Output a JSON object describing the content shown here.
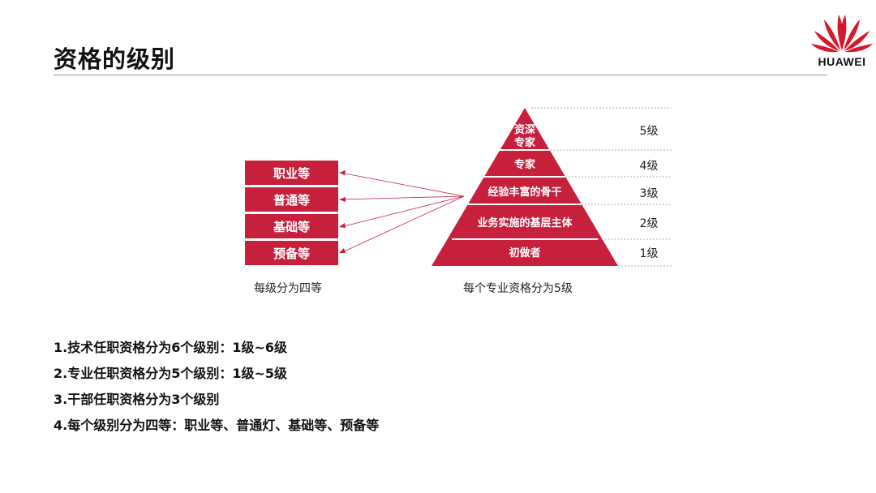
{
  "header": {
    "title": "资格的级别",
    "logo_text": "HUAWEI",
    "brand_color": "#c6203d"
  },
  "grades": {
    "items": [
      "职业等",
      "普通等",
      "基础等",
      "预备等"
    ],
    "caption": "每级分为四等"
  },
  "pyramid": {
    "tiers": [
      {
        "line1": "资深",
        "line2": "专家",
        "level": "5级"
      },
      {
        "line1": "专家",
        "line2": "",
        "level": "4级"
      },
      {
        "line1": "经验丰富的骨干",
        "line2": "",
        "level": "3级"
      },
      {
        "line1": "业务实施的基层主体",
        "line2": "",
        "level": "2级"
      },
      {
        "line1": "初做者",
        "line2": "",
        "level": "1级"
      }
    ],
    "caption": "每个专业资格分为5级"
  },
  "notes": [
    "1.技术任职资格分为6个级别：1级~6级",
    "2.专业任职资格分为5个级别：1级~5级",
    "3.干部任职资格分为3个级别",
    "4.每个级别分为四等：职业等、普通灯、基础等、预备等"
  ]
}
